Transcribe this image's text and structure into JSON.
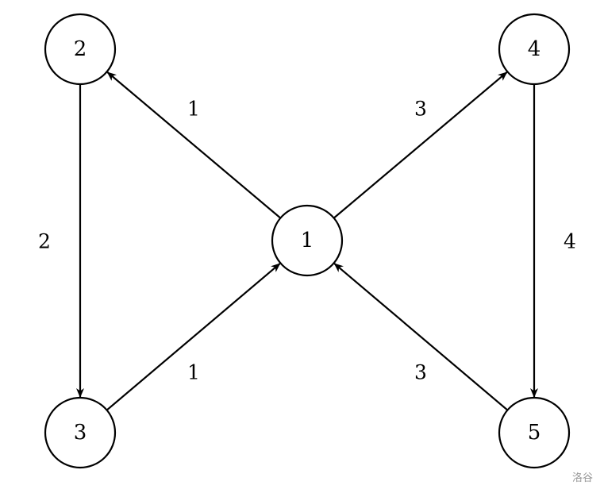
{
  "graph": {
    "directed": true,
    "nodes": [
      {
        "id": "1",
        "label": "1"
      },
      {
        "id": "2",
        "label": "2"
      },
      {
        "id": "3",
        "label": "3"
      },
      {
        "id": "4",
        "label": "4"
      },
      {
        "id": "5",
        "label": "5"
      }
    ],
    "edges": [
      {
        "from": "1",
        "to": "2",
        "weight": "1"
      },
      {
        "from": "2",
        "to": "3",
        "weight": "2"
      },
      {
        "from": "3",
        "to": "1",
        "weight": "1"
      },
      {
        "from": "1",
        "to": "4",
        "weight": "3"
      },
      {
        "from": "4",
        "to": "5",
        "weight": "4"
      },
      {
        "from": "5",
        "to": "1",
        "weight": "3"
      }
    ]
  },
  "watermark": {
    "text": "洛谷"
  }
}
